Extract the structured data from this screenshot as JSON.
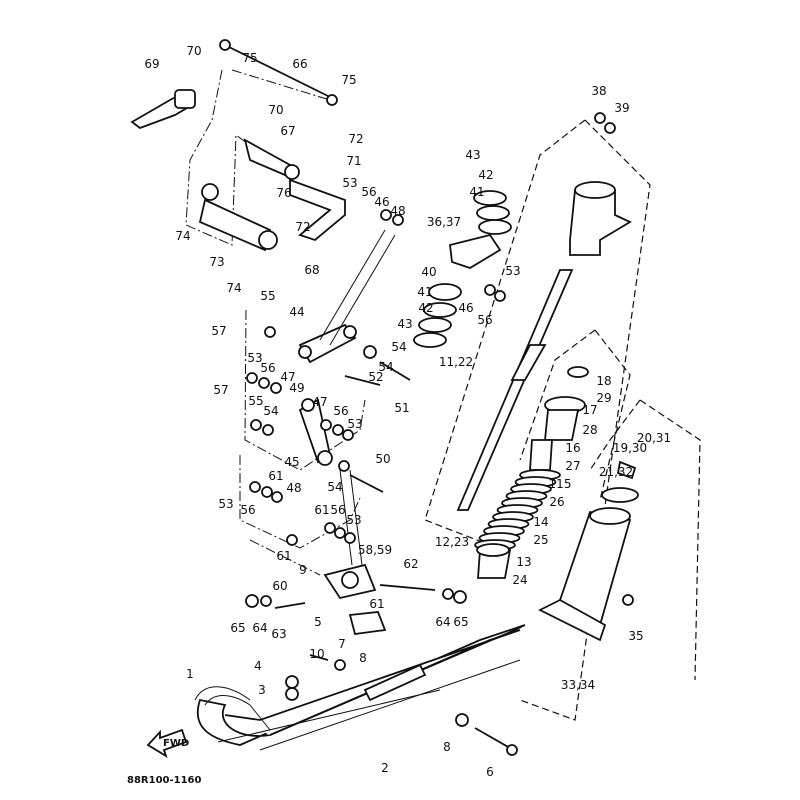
{
  "diagram": {
    "drawing_code": "88R100-1160",
    "direction_marker": "FWD",
    "callouts": [
      "75",
      "70",
      "69",
      "66",
      "75",
      "70",
      "67",
      "72",
      "71",
      "76",
      "74",
      "72",
      "73",
      "74",
      "68",
      "53",
      "56",
      "46",
      "48",
      "36,37",
      "43",
      "42",
      "41",
      "40",
      "41",
      "42",
      "43",
      "53",
      "46",
      "56",
      "11,22",
      "38",
      "39",
      "55",
      "57",
      "44",
      "54",
      "54",
      "52",
      "51",
      "53",
      "56",
      "47",
      "49",
      "57",
      "55",
      "54",
      "47",
      "56",
      "53",
      "45",
      "50",
      "54",
      "53",
      "61",
      "48",
      "56",
      "61",
      "56",
      "53",
      "61",
      "9",
      "58,59",
      "60",
      "62",
      "61",
      "65",
      "64",
      "63",
      "64",
      "65",
      "5",
      "7",
      "10",
      "8",
      "4",
      "3",
      "1",
      "8",
      "2",
      "6",
      "18",
      "29",
      "17",
      "28",
      "16",
      "27",
      "115",
      "26",
      "14",
      "25",
      "13",
      "24",
      "12,23",
      "20,31",
      "19,30",
      "21,32",
      "35",
      "33,34"
    ]
  }
}
